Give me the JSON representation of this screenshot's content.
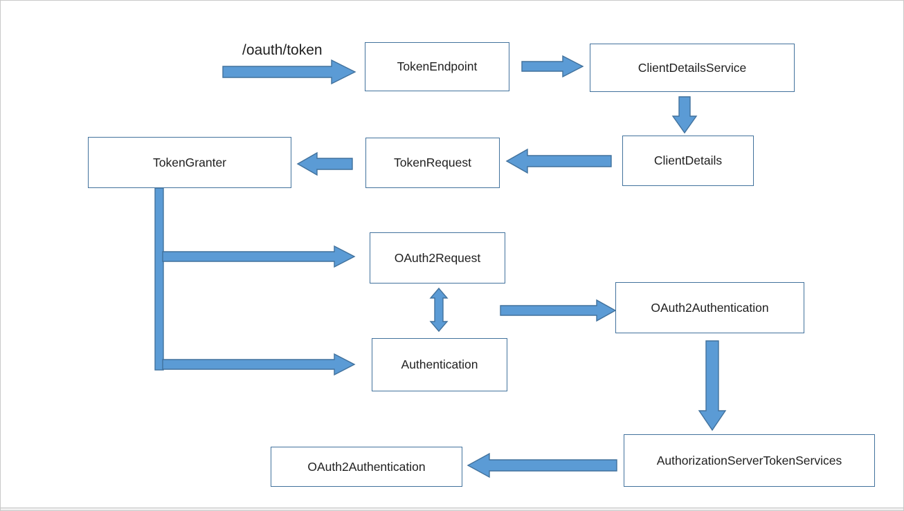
{
  "annotation": {
    "label": "/oauth/token"
  },
  "nodes": [
    {
      "id": "token-endpoint",
      "label": "TokenEndpoint"
    },
    {
      "id": "client-details-service",
      "label": "ClientDetailsService"
    },
    {
      "id": "client-details",
      "label": "ClientDetails"
    },
    {
      "id": "token-request",
      "label": "TokenRequest"
    },
    {
      "id": "token-granter",
      "label": "TokenGranter"
    },
    {
      "id": "oauth2-request",
      "label": "OAuth2Request"
    },
    {
      "id": "authentication",
      "label": "Authentication"
    },
    {
      "id": "oauth2-authentication-mid",
      "label": "OAuth2Authentication"
    },
    {
      "id": "authorization-server-token-services",
      "label": "AuthorizationServerTokenServices"
    },
    {
      "id": "oauth2-authentication-bottom",
      "label": "OAuth2Authentication"
    }
  ],
  "edges": [
    {
      "from": "/oauth/token request",
      "to": "token-endpoint",
      "direction": "right"
    },
    {
      "from": "token-endpoint",
      "to": "client-details-service",
      "direction": "right"
    },
    {
      "from": "client-details-service",
      "to": "client-details",
      "direction": "down"
    },
    {
      "from": "client-details",
      "to": "token-request",
      "direction": "left"
    },
    {
      "from": "token-request",
      "to": "token-granter",
      "direction": "left"
    },
    {
      "from": "token-granter",
      "to": "oauth2-request",
      "direction": "right"
    },
    {
      "from": "token-granter",
      "to": "authentication",
      "direction": "right"
    },
    {
      "from": "oauth2-request",
      "to": "authentication",
      "direction": "both"
    },
    {
      "from": "oauth2-request/authentication",
      "to": "oauth2-authentication-mid",
      "direction": "right"
    },
    {
      "from": "oauth2-authentication-mid",
      "to": "authorization-server-token-services",
      "direction": "down"
    },
    {
      "from": "authorization-server-token-services",
      "to": "oauth2-authentication-bottom",
      "direction": "left"
    }
  ],
  "colors": {
    "arrow_fill": "#5b9bd5",
    "arrow_stroke": "#41719c",
    "box_border": "#41719c",
    "text": "#1f1f1f",
    "frame": "#c9c9c9"
  }
}
